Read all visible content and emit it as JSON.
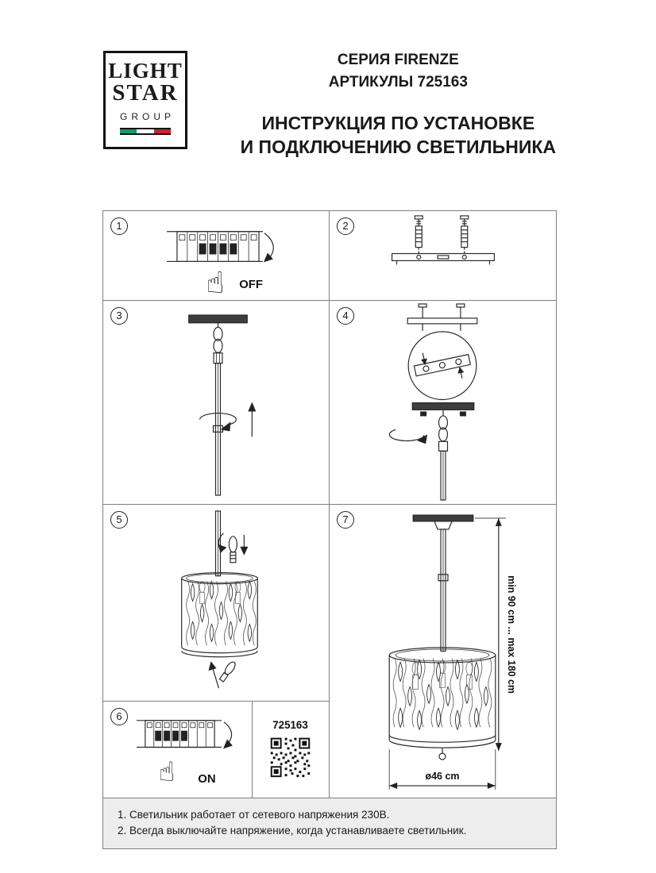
{
  "header": {
    "logo_line1": "LIGHT",
    "logo_line2": "STAR",
    "logo_line3": "GROUP",
    "series": "СЕРИЯ FIRENZE",
    "articles": "АРТИКУЛЫ 725163",
    "title_line1": "ИНСТРУКЦИЯ ПО УСТАНОВКЕ",
    "title_line2": "И ПОДКЛЮЧЕНИЮ СВЕТИЛЬНИКА"
  },
  "icons": {
    "hand_up": "☝"
  },
  "steps": {
    "step1": {
      "number": "1",
      "label": "OFF"
    },
    "step2": {
      "number": "2"
    },
    "step3": {
      "number": "3"
    },
    "step4": {
      "number": "4"
    },
    "step5": {
      "number": "5"
    },
    "step6": {
      "number": "6",
      "label": "ON"
    },
    "step7": {
      "number": "7",
      "height_label": "min 90 cm ... max 180 cm",
      "diameter_label": "ø46 cm"
    }
  },
  "qr_panel": {
    "article": "725163"
  },
  "footer": {
    "note1": "1. Светильник работает от сетевого напряжения 230В.",
    "note2": "2. Всегда выключайте напряжение, когда устанавливаете светильник."
  },
  "colors": {
    "flag_green": "#169b62",
    "flag_white": "#ffffff",
    "flag_red": "#cd212a"
  }
}
